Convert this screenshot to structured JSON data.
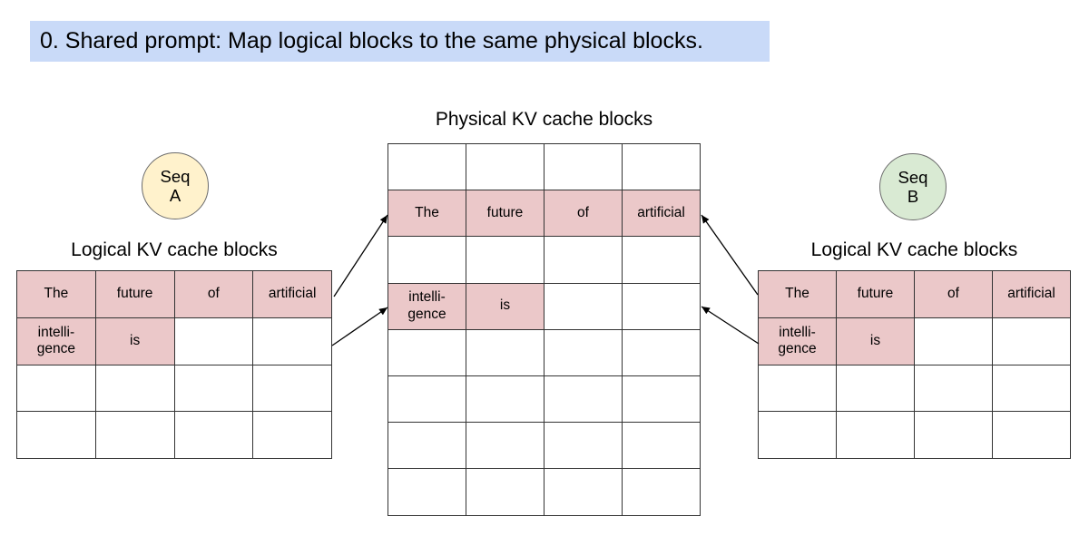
{
  "colors": {
    "banner_bg": "#c9daf8",
    "cell_highlight": "#ebc8c9",
    "seq_a_bg": "#fff2cc",
    "seq_b_bg": "#d9ead3",
    "table_border": "#333333"
  },
  "banner": {
    "text": "0. Shared prompt: Map logical blocks to the same physical blocks."
  },
  "physical": {
    "title": "Physical KV cache blocks",
    "rows": [
      [
        "",
        "",
        "",
        ""
      ],
      [
        "The",
        "future",
        "of",
        "artificial"
      ],
      [
        "",
        "",
        "",
        ""
      ],
      [
        "intelli-\ngence",
        "is",
        "",
        ""
      ],
      [
        "",
        "",
        "",
        ""
      ],
      [
        "",
        "",
        "",
        ""
      ],
      [
        "",
        "",
        "",
        ""
      ],
      [
        "",
        "",
        "",
        ""
      ]
    ]
  },
  "seq_a": {
    "line1": "Seq",
    "line2": "A",
    "table_title": "Logical KV cache blocks",
    "rows": [
      [
        "The",
        "future",
        "of",
        "artificial"
      ],
      [
        "intelli-\ngence",
        "is",
        "",
        ""
      ],
      [
        "",
        "",
        "",
        ""
      ],
      [
        "",
        "",
        "",
        ""
      ]
    ]
  },
  "seq_b": {
    "line1": "Seq",
    "line2": "B",
    "table_title": "Logical KV cache blocks",
    "rows": [
      [
        "The",
        "future",
        "of",
        "artificial"
      ],
      [
        "intelli-\ngence",
        "is",
        "",
        ""
      ],
      [
        "",
        "",
        "",
        ""
      ],
      [
        "",
        "",
        "",
        ""
      ]
    ]
  }
}
